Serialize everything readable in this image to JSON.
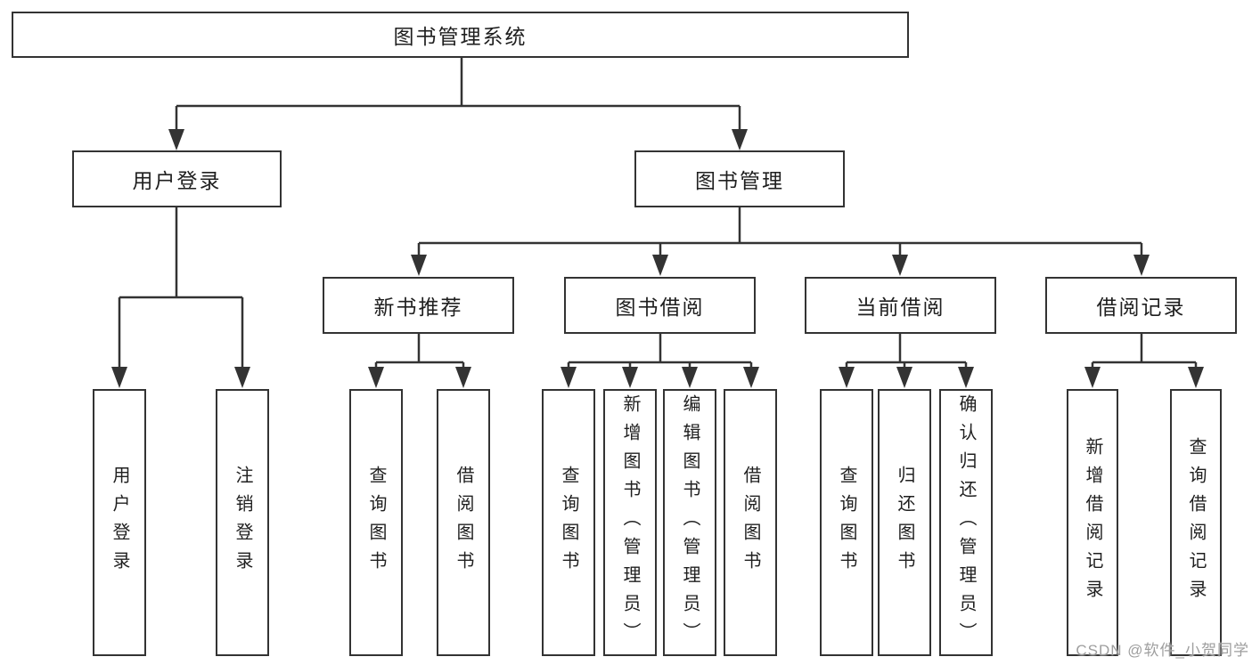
{
  "tree": {
    "label": "图书管理系统",
    "children": [
      {
        "label": "用户登录",
        "children": [
          {
            "label": "用户登录"
          },
          {
            "label": "注销登录"
          }
        ]
      },
      {
        "label": "图书管理",
        "children": [
          {
            "label": "新书推荐",
            "children": [
              {
                "label": "查询图书"
              },
              {
                "label": "借阅图书"
              }
            ]
          },
          {
            "label": "图书借阅",
            "children": [
              {
                "label": "查询图书"
              },
              {
                "label": "新增图书（管理员）"
              },
              {
                "label": "编辑图书（管理员）"
              },
              {
                "label": "借阅图书"
              }
            ]
          },
          {
            "label": "当前借阅",
            "children": [
              {
                "label": "查询图书"
              },
              {
                "label": "归还图书"
              },
              {
                "label": "确认归还（管理员）"
              }
            ]
          },
          {
            "label": "借阅记录",
            "children": [
              {
                "label": "新增借阅记录"
              },
              {
                "label": "查询借阅记录"
              }
            ]
          }
        ]
      }
    ]
  },
  "watermark": "CSDN @软件_小贺同学",
  "colors": {
    "line": "#333333",
    "border": "#333333",
    "text": "#1f1f1f",
    "watermark": "#9e9e9e"
  }
}
